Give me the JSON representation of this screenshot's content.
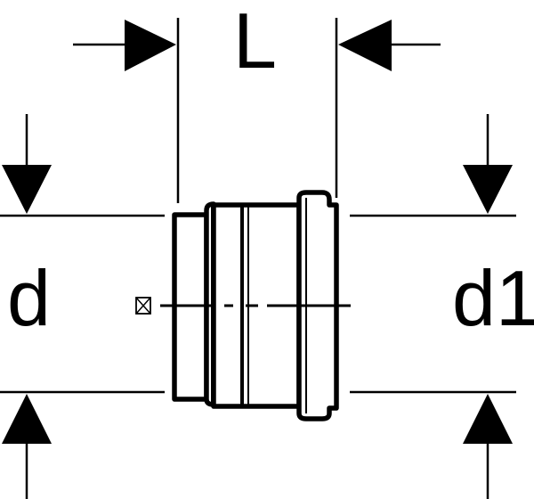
{
  "labels": {
    "length": "L",
    "diameter": "d",
    "diameter_outlet": "d1"
  },
  "colors": {
    "line": "#000000",
    "background": "#ffffff"
  },
  "icons": {
    "axis_marker": "crossed-box-icon"
  }
}
